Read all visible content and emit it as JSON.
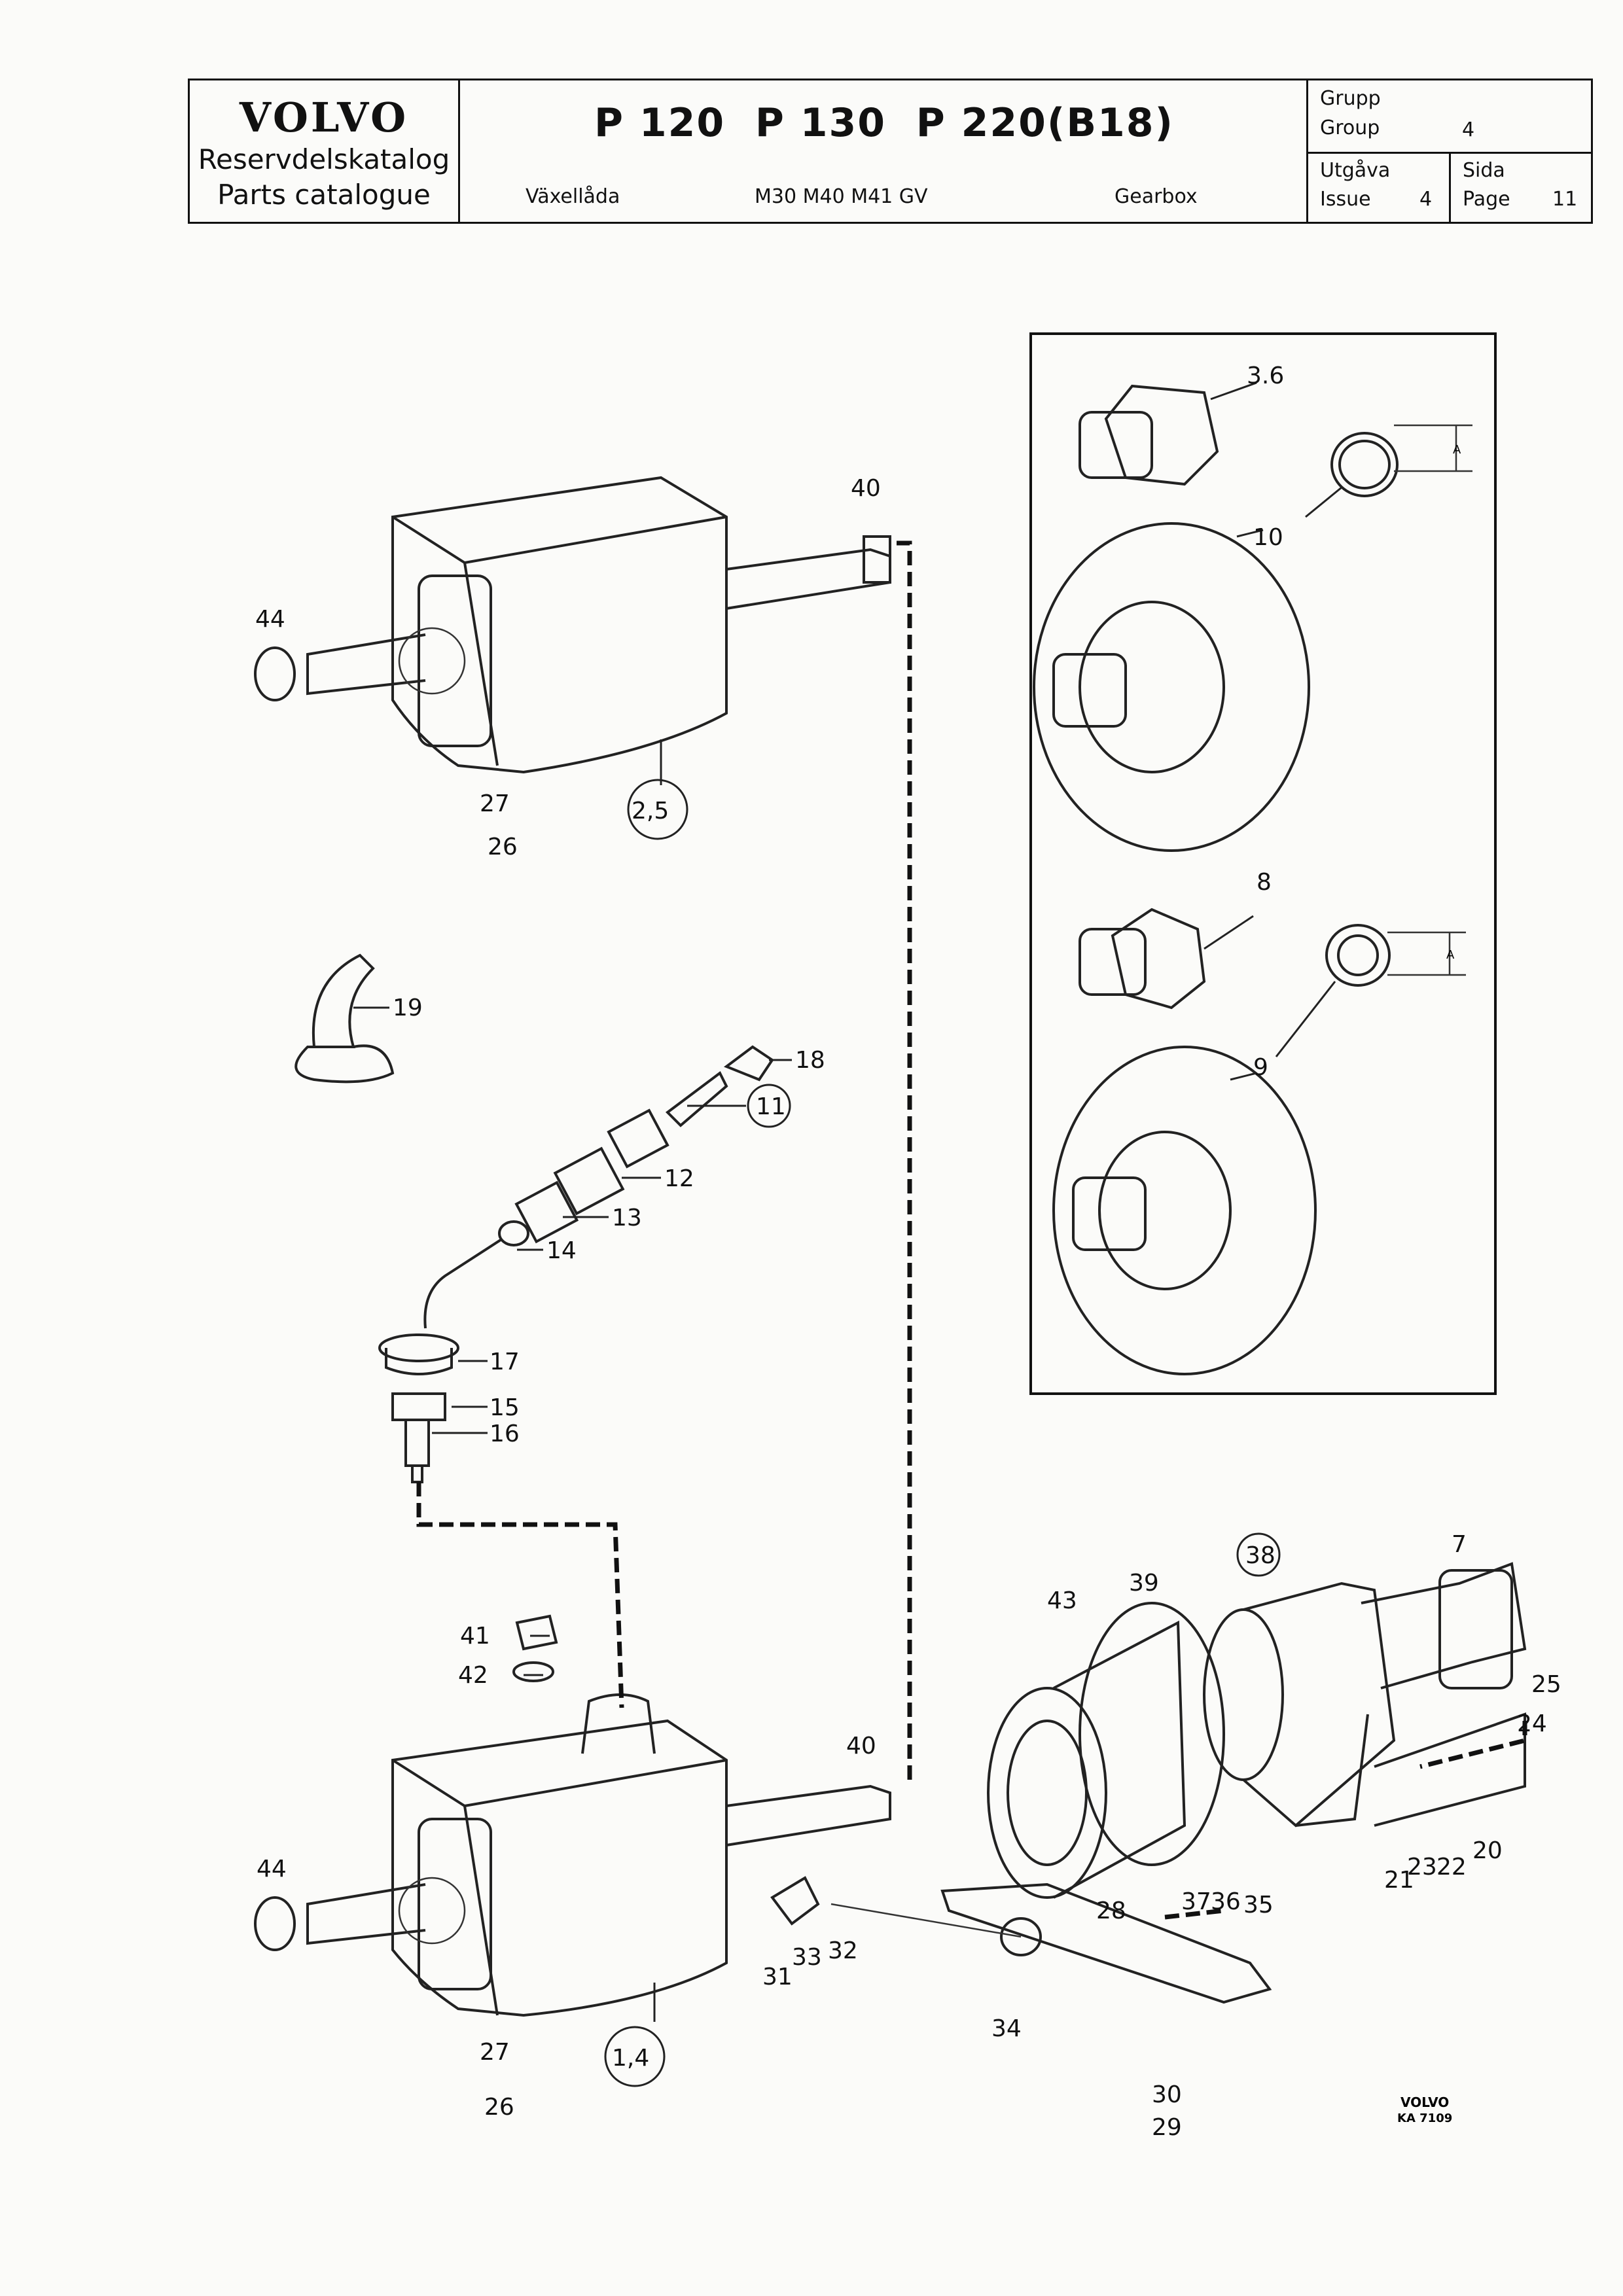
{
  "header": {
    "brand": "VOLVO",
    "catalog_sv": "Reservdelskatalog",
    "catalog_en": "Parts catalogue",
    "models": "P 120  P 130  P 220(B18)",
    "section_sv": "Växellåda",
    "variants": "M30 M40 M41 GV",
    "section_en": "Gearbox",
    "group_sv": "Grupp",
    "group_en": "Group",
    "group_value": "4",
    "issue_sv": "Utgåva",
    "issue_en": "Issue",
    "issue_value": "4",
    "page_sv": "Sida",
    "page_en": "Page",
    "page_value": "11"
  },
  "callouts": [
    {
      "id": "c40a",
      "text": "40"
    },
    {
      "id": "c44a",
      "text": "44"
    },
    {
      "id": "c27a",
      "text": "27"
    },
    {
      "id": "c26a",
      "text": "26"
    },
    {
      "id": "c25a",
      "text": "2,5"
    },
    {
      "id": "c19",
      "text": "19"
    },
    {
      "id": "c18",
      "text": "18"
    },
    {
      "id": "c11",
      "text": "11"
    },
    {
      "id": "c12",
      "text": "12"
    },
    {
      "id": "c13",
      "text": "13"
    },
    {
      "id": "c14",
      "text": "14"
    },
    {
      "id": "c17",
      "text": "17"
    },
    {
      "id": "c15",
      "text": "15"
    },
    {
      "id": "c16",
      "text": "16"
    },
    {
      "id": "c41",
      "text": "41"
    },
    {
      "id": "c42",
      "text": "42"
    },
    {
      "id": "c40b",
      "text": "40"
    },
    {
      "id": "c44b",
      "text": "44"
    },
    {
      "id": "c27b",
      "text": "27"
    },
    {
      "id": "c26b",
      "text": "26"
    },
    {
      "id": "c14b",
      "text": "1,4"
    },
    {
      "id": "c31",
      "text": "31"
    },
    {
      "id": "c33",
      "text": "33"
    },
    {
      "id": "c32",
      "text": "32"
    },
    {
      "id": "c34",
      "text": "34"
    },
    {
      "id": "c28",
      "text": "28"
    },
    {
      "id": "c37",
      "text": "37"
    },
    {
      "id": "c36",
      "text": "36"
    },
    {
      "id": "c35",
      "text": "35"
    },
    {
      "id": "c30",
      "text": "30"
    },
    {
      "id": "c29",
      "text": "29"
    },
    {
      "id": "c43",
      "text": "43"
    },
    {
      "id": "c39",
      "text": "39"
    },
    {
      "id": "c38",
      "text": "38"
    },
    {
      "id": "c7",
      "text": "7"
    },
    {
      "id": "c25",
      "text": "25"
    },
    {
      "id": "c24",
      "text": "24"
    },
    {
      "id": "c21",
      "text": "21"
    },
    {
      "id": "c23",
      "text": "23"
    },
    {
      "id": "c22",
      "text": "22"
    },
    {
      "id": "c20",
      "text": "20"
    },
    {
      "id": "c36b",
      "text": "3.6"
    },
    {
      "id": "c10",
      "text": "10"
    },
    {
      "id": "c8",
      "text": "8"
    },
    {
      "id": "c9",
      "text": "9"
    },
    {
      "id": "cA1",
      "text": "A"
    },
    {
      "id": "cA2",
      "text": "A"
    }
  ],
  "drawing_mark": {
    "brand": "VOLVO",
    "code": "KA 7109"
  }
}
